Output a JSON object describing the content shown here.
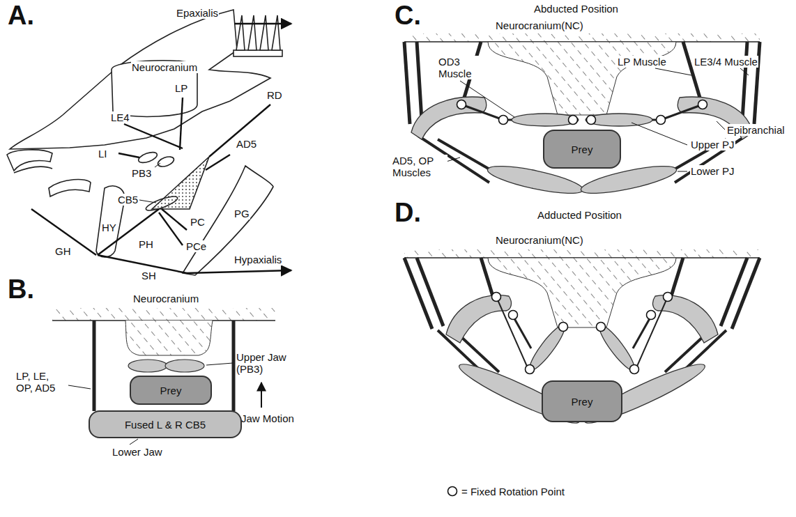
{
  "diagram": {
    "nodes": [
      {
        "text": [
          "Prey"
        ]
      },
      {
        "text": [
          "Fused L & R CB5"
        ]
      },
      {
        "text": [
          "Prey"
        ]
      },
      {
        "text": [
          "Prey"
        ]
      }
    ],
    "labels": [
      "A.",
      "Epaxialis",
      "Neurocranium",
      "LE4",
      "LP",
      "RD",
      "LI",
      "AD5",
      "PB3",
      "CB5",
      "GH",
      "HY",
      "PC",
      "PCe",
      "PG",
      "PH",
      "Hypaxialis",
      "SH",
      "B.",
      "Neurocranium",
      "Upper Jaw (PB3)",
      "LP, LE, OP, AD5",
      "Jaw Motion",
      "Lower Jaw",
      "Abducted Position",
      "C.",
      "Neurocranium(NC)",
      "OD3 Muscle",
      "LP Muscle",
      "LE3/4 Muscle",
      "Epibranchial",
      "AD5, OP Muscles",
      "Upper PJ",
      "Lower PJ",
      "Adducted Position",
      "D.",
      "Neurocranium(NC)"
    ],
    "legend": [
      {
        "text": "= Fixed Rotation Point"
      }
    ]
  }
}
